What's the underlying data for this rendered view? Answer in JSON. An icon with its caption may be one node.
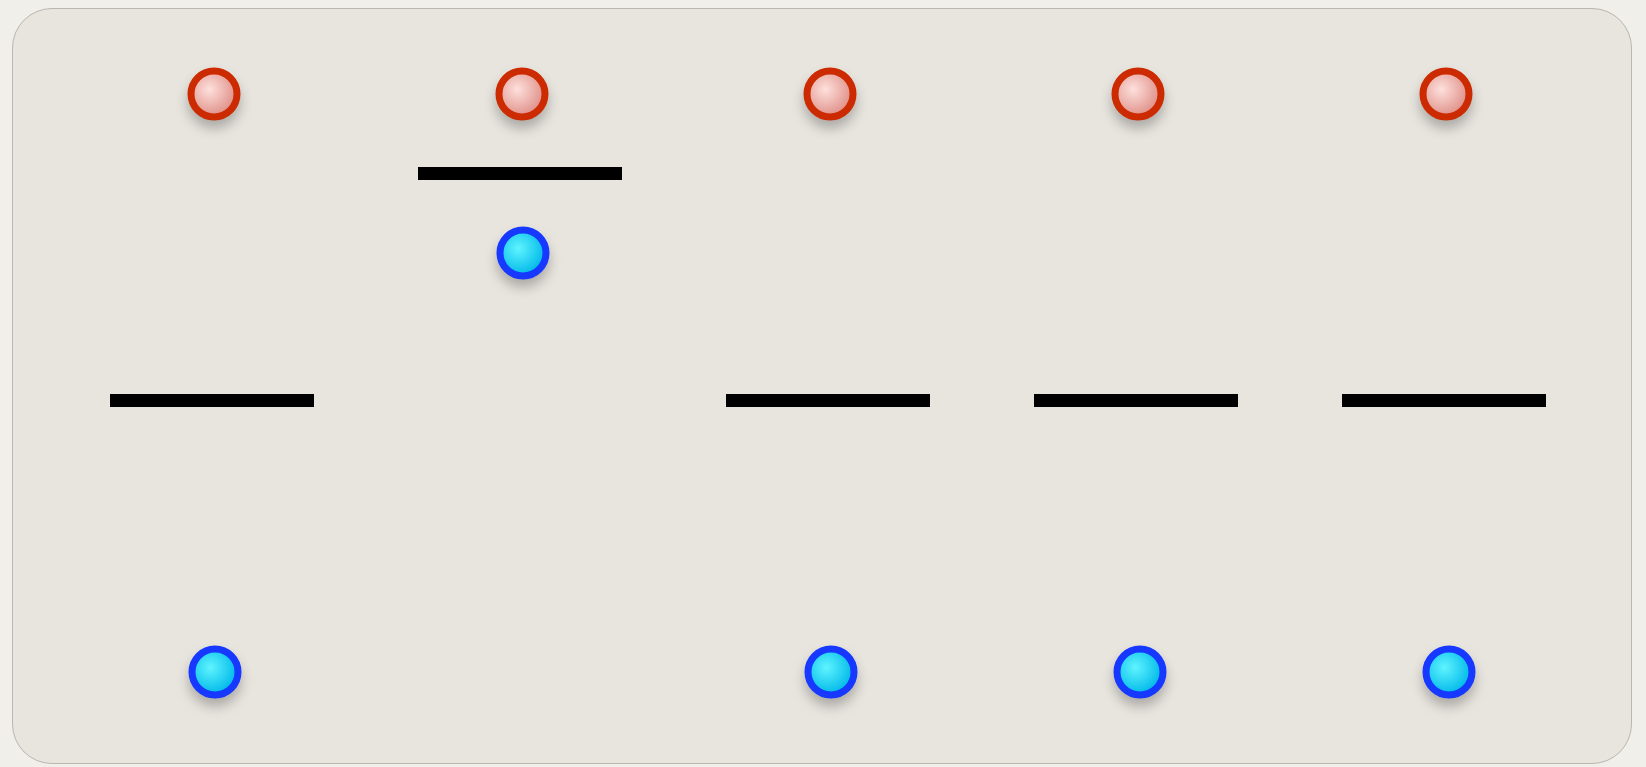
{
  "diagram": {
    "nodes": [
      {
        "text": [],
        "shape": "circle"
      },
      {
        "text": [],
        "shape": "circle"
      },
      {
        "text": [],
        "shape": "circle"
      },
      {
        "text": [],
        "shape": "circle"
      },
      {
        "text": [],
        "shape": "circle"
      },
      {
        "text": [],
        "shape": "bar"
      },
      {
        "text": [],
        "shape": "circle"
      },
      {
        "text": [],
        "shape": "bar"
      },
      {
        "text": [],
        "shape": "bar"
      },
      {
        "text": [],
        "shape": "bar"
      },
      {
        "text": [],
        "shape": "bar"
      },
      {
        "text": [],
        "shape": "circle"
      },
      {
        "text": [],
        "shape": "circle"
      },
      {
        "text": [],
        "shape": "circle"
      },
      {
        "text": [],
        "shape": "circle"
      }
    ]
  }
}
